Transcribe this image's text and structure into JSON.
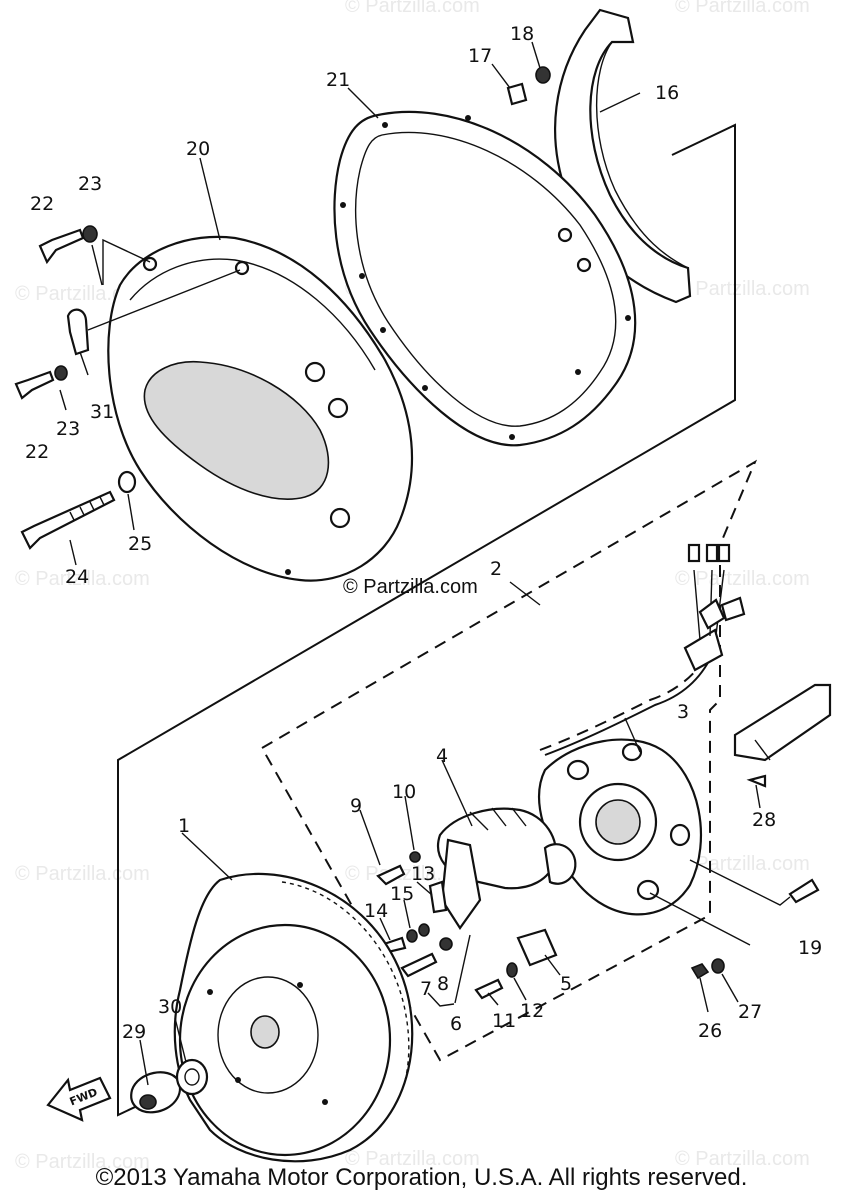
{
  "watermark": {
    "text": "© Partzilla.com",
    "center_text": "© Partzilla.com"
  },
  "labels": {
    "p1": "1",
    "p2": "2",
    "p3": "3",
    "p4": "4",
    "p5": "5",
    "p6": "6",
    "p7": "7",
    "p8": "8",
    "p9": "9",
    "p10": "10",
    "p11": "11",
    "p12": "12",
    "p13": "13",
    "p14": "14",
    "p15": "15",
    "p16": "16",
    "p17": "17",
    "p18": "18",
    "p19": "19",
    "p20": "20",
    "p21": "21",
    "p22a": "22",
    "p22b": "22",
    "p23a": "23",
    "p23b": "23",
    "p24": "24",
    "p25": "25",
    "p26": "26",
    "p27": "27",
    "p28": "28",
    "p29": "29",
    "p30": "30",
    "p31": "31"
  },
  "fwd_label": "FWD",
  "copyright": "©2013 Yamaha Motor Corporation, U.S.A. All rights reserved."
}
